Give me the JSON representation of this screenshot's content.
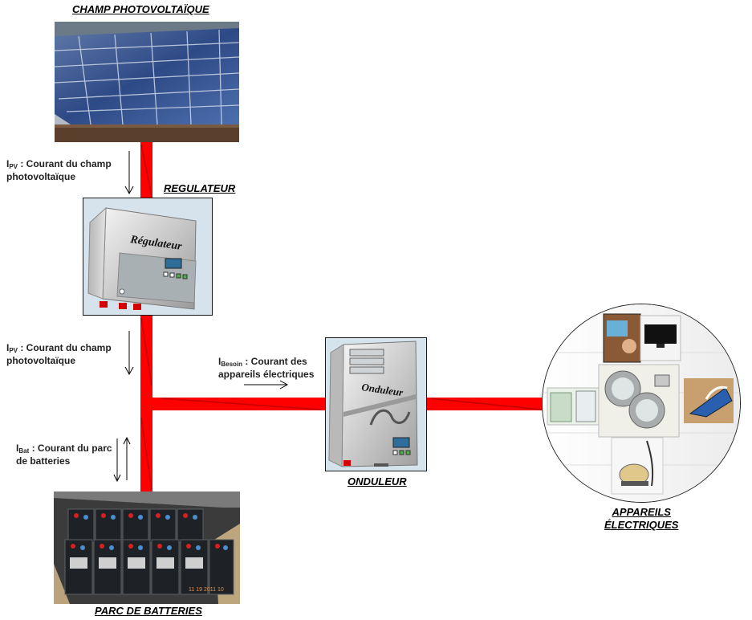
{
  "titles": {
    "pv_field": "CHAMP PHOTOVOLTAÏQUE",
    "regulator": "REGULATEUR",
    "inverter": "ONDULEUR",
    "battery": "PARC DE BATTERIES",
    "appliances_line1": "APPAREILS",
    "appliances_line2": "ÉLECTRIQUES"
  },
  "device_text": {
    "regulator": "Régulateur",
    "inverter": "Onduleur",
    "photo_date": "11 19 2011 10"
  },
  "labels": {
    "ipv_top": {
      "symbol": "I",
      "sub": "PV",
      "line1": " : Courant du champ",
      "line2": "photovoltaïque"
    },
    "ipv_mid": {
      "symbol": "I",
      "sub": "PV",
      "line1": " : Courant du champ",
      "line2": "photovoltaïque"
    },
    "ibat": {
      "symbol": "I",
      "sub": "Bat",
      "line1": " : Courant du parc",
      "line2": "de batteries"
    },
    "ibesoin": {
      "symbol": "I",
      "sub": "Besoin",
      "line1": " : Courant des",
      "line2": "appareils électriques"
    }
  },
  "colors": {
    "wire": "#ff0000",
    "wire_dark": "#9a0000"
  }
}
